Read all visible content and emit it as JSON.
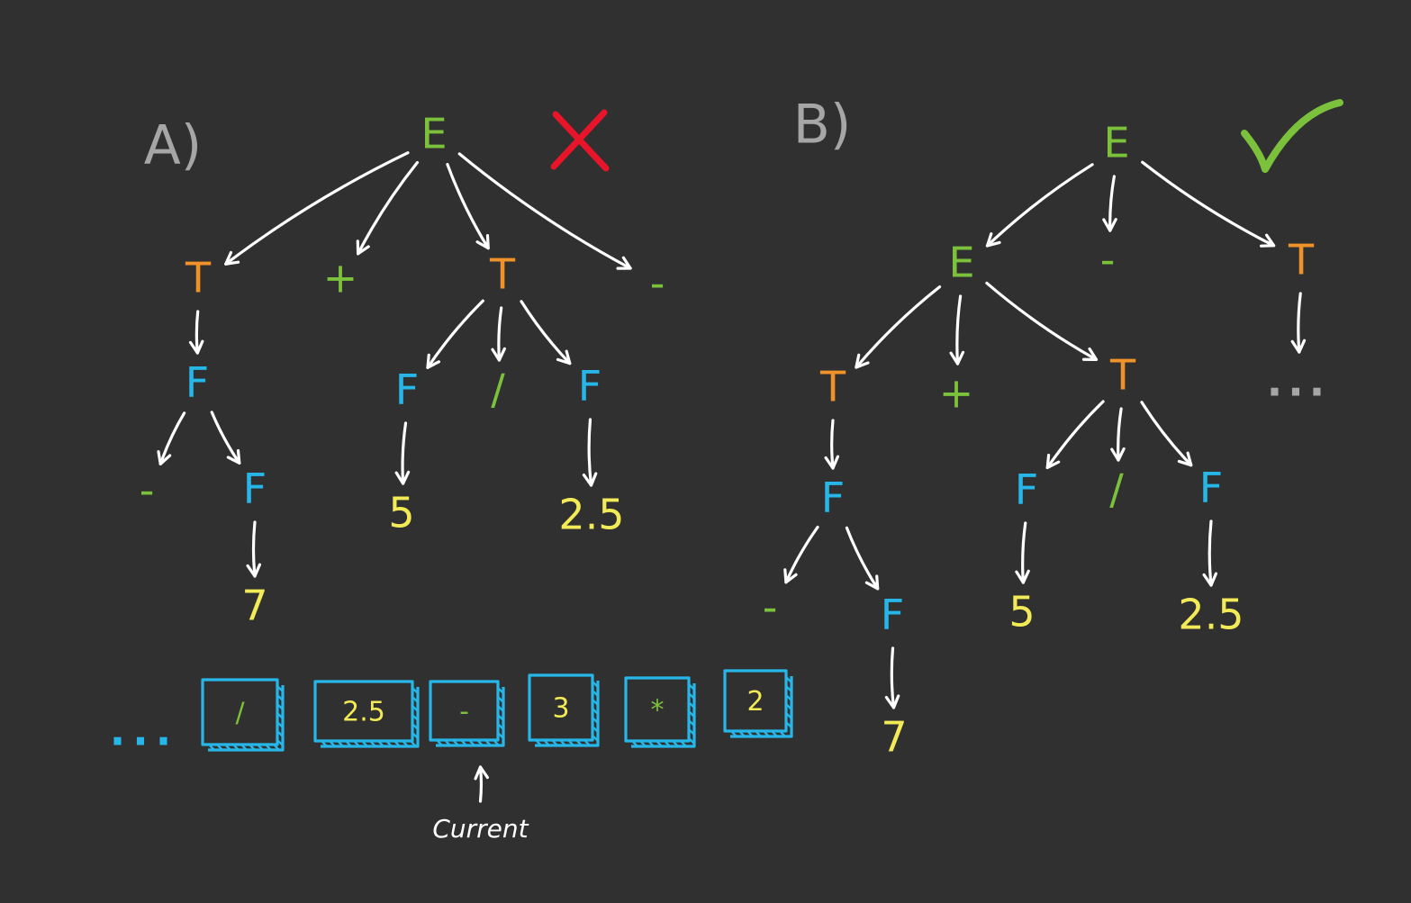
{
  "colors": {
    "background": "#303030",
    "nonterminal_e": "#7cc13b",
    "nonterminal_t": "#f0922a",
    "nonterminal_f": "#27b6e8",
    "operator": "#7cc13b",
    "number": "#f2ea56",
    "arrow": "#ffffff",
    "label": "#a6a6a6",
    "cross": "#e8152a",
    "check": "#7cc13b",
    "token_box": "#27b6e8",
    "caption": "#ffffff"
  },
  "panels": [
    {
      "label": "A)",
      "verdict": "cross",
      "nodes": [
        {
          "text": "E",
          "kind": "e"
        },
        {
          "text": "T",
          "kind": "t"
        },
        {
          "text": "+",
          "kind": "op"
        },
        {
          "text": "T",
          "kind": "t"
        },
        {
          "text": "-",
          "kind": "op"
        },
        {
          "text": "F",
          "kind": "f"
        },
        {
          "text": "-",
          "kind": "op"
        },
        {
          "text": "F",
          "kind": "f"
        },
        {
          "text": "7",
          "kind": "num"
        },
        {
          "text": "F",
          "kind": "f"
        },
        {
          "text": "/",
          "kind": "op"
        },
        {
          "text": "F",
          "kind": "f"
        },
        {
          "text": "5",
          "kind": "num"
        },
        {
          "text": "2.5",
          "kind": "num"
        }
      ],
      "edges": [
        [
          0,
          1
        ],
        [
          0,
          2
        ],
        [
          0,
          3
        ],
        [
          0,
          4
        ],
        [
          1,
          5
        ],
        [
          5,
          6
        ],
        [
          5,
          7
        ],
        [
          7,
          8
        ],
        [
          3,
          9
        ],
        [
          3,
          10
        ],
        [
          3,
          11
        ],
        [
          9,
          12
        ],
        [
          11,
          13
        ]
      ]
    },
    {
      "label": "B)",
      "verdict": "check",
      "nodes": [
        {
          "text": "E",
          "kind": "e"
        },
        {
          "text": "E",
          "kind": "e"
        },
        {
          "text": "-",
          "kind": "op"
        },
        {
          "text": "T",
          "kind": "t"
        },
        {
          "text": "...",
          "kind": "ellipsis"
        },
        {
          "text": "T",
          "kind": "t"
        },
        {
          "text": "+",
          "kind": "op"
        },
        {
          "text": "T",
          "kind": "t"
        },
        {
          "text": "F",
          "kind": "f"
        },
        {
          "text": "-",
          "kind": "op"
        },
        {
          "text": "F",
          "kind": "f"
        },
        {
          "text": "7",
          "kind": "num"
        },
        {
          "text": "F",
          "kind": "f"
        },
        {
          "text": "/",
          "kind": "op"
        },
        {
          "text": "F",
          "kind": "f"
        },
        {
          "text": "5",
          "kind": "num"
        },
        {
          "text": "2.5",
          "kind": "num"
        }
      ],
      "edges": [
        [
          0,
          1
        ],
        [
          0,
          2
        ],
        [
          0,
          3
        ],
        [
          3,
          4
        ],
        [
          1,
          5
        ],
        [
          1,
          6
        ],
        [
          1,
          7
        ],
        [
          5,
          8
        ],
        [
          8,
          9
        ],
        [
          8,
          10
        ],
        [
          10,
          11
        ],
        [
          7,
          12
        ],
        [
          7,
          13
        ],
        [
          7,
          14
        ],
        [
          12,
          15
        ],
        [
          14,
          16
        ]
      ]
    }
  ],
  "token_stream": {
    "leading_ellipsis": "...",
    "tokens": [
      {
        "text": "/",
        "kind": "op"
      },
      {
        "text": "2.5",
        "kind": "num"
      },
      {
        "text": "-",
        "kind": "op"
      },
      {
        "text": "3",
        "kind": "num"
      },
      {
        "text": "*",
        "kind": "op"
      },
      {
        "text": "2",
        "kind": "num"
      }
    ],
    "current_index": 2,
    "current_label": "Current"
  }
}
